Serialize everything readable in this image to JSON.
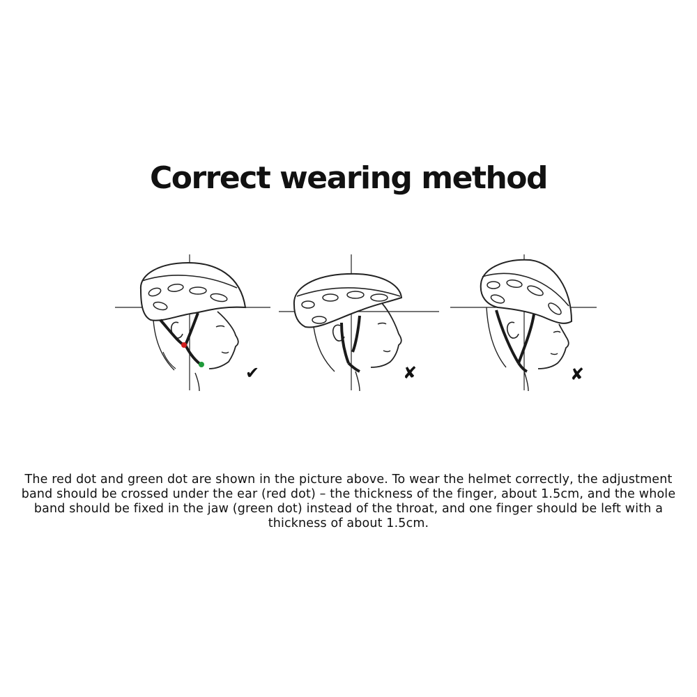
{
  "title": "Correct wearing method",
  "figures": [
    {
      "verdict": "correct",
      "mark": "✔",
      "mark_icon": "checkmark-icon"
    },
    {
      "verdict": "incorrect",
      "mark": "✘",
      "mark_icon": "cross-icon"
    },
    {
      "verdict": "incorrect",
      "mark": "✘",
      "mark_icon": "cross-icon"
    }
  ],
  "colors": {
    "red_dot": "#d11f1f",
    "green_dot": "#1f9a3a",
    "line": "#222222",
    "strap": "#1a1a1a"
  },
  "instructions": "The red dot and green dot are shown in the picture above. To wear the helmet correctly, the adjustment band should be crossed under the ear (red dot) – the thickness of the finger, about 1.5cm, and the whole band should be fixed in the jaw (green dot) instead of the throat, and one finger should be left with a thickness of about 1.5cm."
}
